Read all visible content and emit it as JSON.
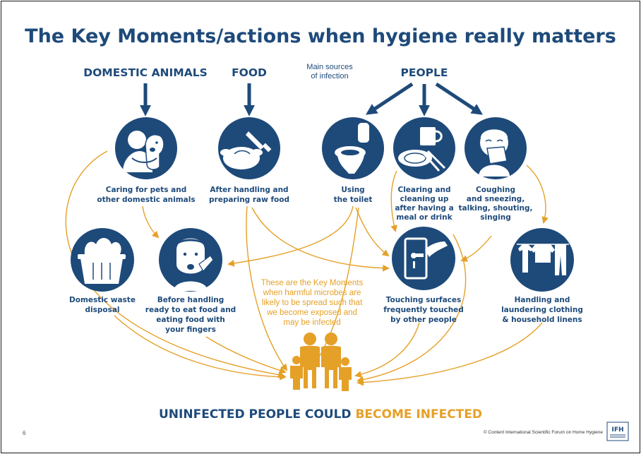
{
  "title": "The Key Moments/actions when hygiene really matters",
  "categories": {
    "animals": "DOMESTIC ANIMALS",
    "food": "FOOD",
    "people": "PEOPLE"
  },
  "sources_note": [
    "Main sources",
    "of infection"
  ],
  "nodes": {
    "pets": {
      "icon": "person-hugging-dog-icon",
      "label": [
        "Caring for pets and",
        "other domestic animals"
      ]
    },
    "raw_food": {
      "icon": "raw-chicken-knife-icon",
      "label": [
        "After handling and",
        "preparing raw food"
      ]
    },
    "toilet": {
      "icon": "toilet-icon",
      "label": [
        "Using",
        "the toilet"
      ]
    },
    "meal": {
      "icon": "cup-plate-cutlery-icon",
      "label": [
        "Clearing and",
        "cleaning up",
        "after having a",
        "meal or drink"
      ]
    },
    "coughing": {
      "icon": "person-sneezing-icon",
      "label": [
        "Coughing",
        "and sneezing,",
        "talking, shouting,",
        "singing"
      ]
    },
    "waste": {
      "icon": "waste-bin-icon",
      "label": [
        "Domestic waste",
        "disposal"
      ]
    },
    "eating": {
      "icon": "person-eating-with-fingers-icon",
      "label": [
        "Before handling",
        "ready to eat food and",
        "eating food with",
        "your fingers"
      ]
    },
    "surfaces": {
      "icon": "hand-touching-door-handle-icon",
      "label": [
        "Touching surfaces",
        "frequently touched",
        "by other people"
      ]
    },
    "laundry": {
      "icon": "clothes-line-icon",
      "label": [
        "Handling and",
        "laundering clothing",
        "& household linens"
      ]
    }
  },
  "center_note": [
    "These are the Key Moments",
    "when harmful microbes are",
    "likely to be spread such that",
    "we become exposed and",
    "may be infected"
  ],
  "bottom": {
    "part1": "UNINFECTED PEOPLE COULD ",
    "part2": "BECOME INFECTED"
  },
  "family_icon": "family-icon",
  "copyright": "© Content International Scientific Forum on Home Hygiene",
  "page_number": "6",
  "logo_text": "IFH",
  "colors": {
    "navy": "#1e4a7a",
    "orange": "#e5a027",
    "white": "#ffffff"
  }
}
